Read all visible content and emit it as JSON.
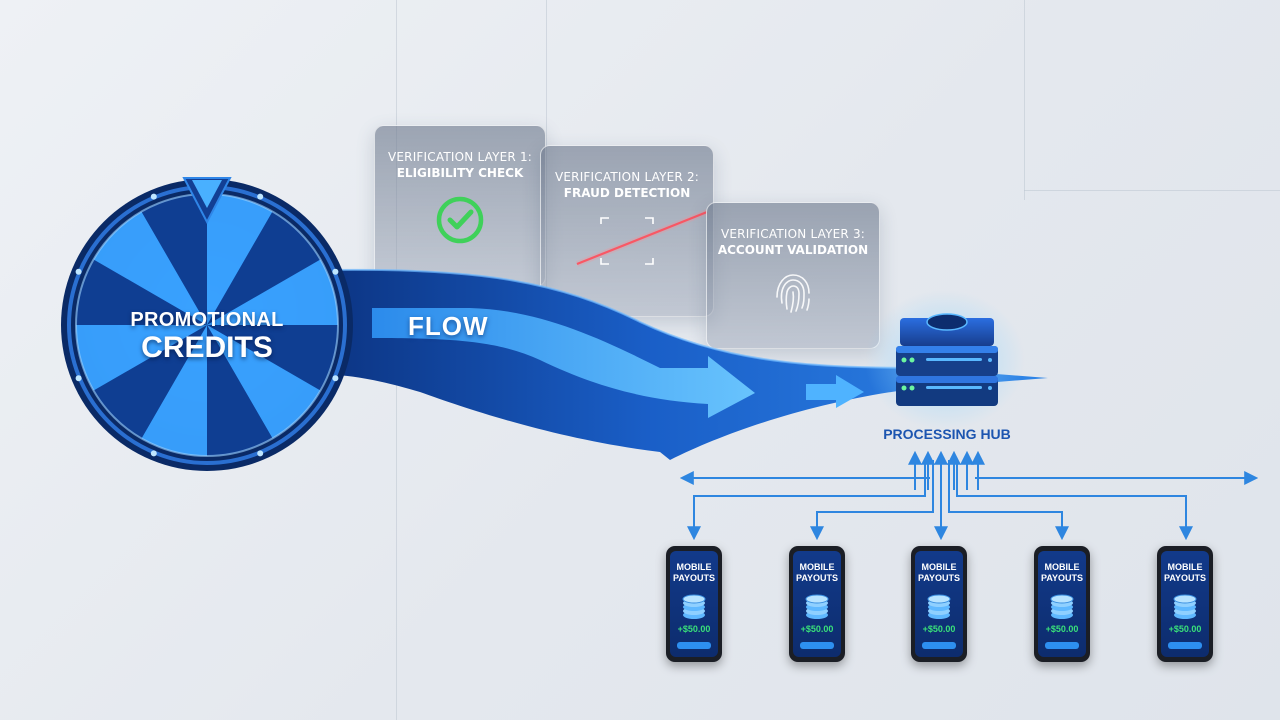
{
  "wheel": {
    "line1": "PROMOTIONAL",
    "line2": "CREDITS"
  },
  "flow": {
    "label": "FLOW"
  },
  "layers": [
    {
      "title": "VERIFICATION LAYER 1:",
      "name": "ELIGIBILITY CHECK",
      "icon": "checkmark-circle-icon"
    },
    {
      "title": "VERIFICATION LAYER 2:",
      "name": "FRAUD DETECTION",
      "icon": "scan-frame-icon"
    },
    {
      "title": "VERIFICATION LAYER 3:",
      "name": "ACCOUNT VALIDATION",
      "icon": "fingerprint-icon"
    }
  ],
  "hub": {
    "label": "PROCESSING HUB",
    "icon": "server-stack-icon"
  },
  "payouts": [
    {
      "line1": "MOBILE",
      "line2": "PAYOUTS",
      "amount": "+$50.00"
    },
    {
      "line1": "MOBILE",
      "line2": "PAYOUTS",
      "amount": "+$50.00"
    },
    {
      "line1": "MOBILE",
      "line2": "PAYOUTS",
      "amount": "+$50.00"
    },
    {
      "line1": "MOBILE",
      "line2": "PAYOUTS",
      "amount": "+$50.00"
    },
    {
      "line1": "MOBILE",
      "line2": "PAYOUTS",
      "amount": "+$50.00"
    }
  ],
  "colors": {
    "primary_blue": "#1a5fc8",
    "light_blue": "#4fb3ff",
    "navy": "#0a2a66",
    "check_green": "#3fd15a",
    "laser_red": "#ff3b4a",
    "amount_green": "#39e07a",
    "hub_label": "#1c55b0"
  }
}
